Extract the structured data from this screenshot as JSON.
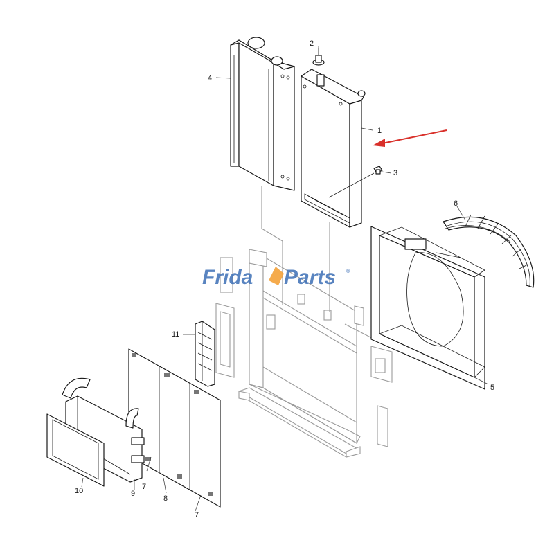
{
  "watermark": {
    "part1": "Frida",
    "part2": "Parts",
    "registered": "®",
    "colors": {
      "primary": "#3d6fb6",
      "accent": "#f4a23a"
    }
  },
  "callouts": [
    "1",
    "2",
    "3",
    "4",
    "5",
    "6",
    "7",
    "7",
    "8",
    "9",
    "10",
    "11"
  ],
  "arrow": {
    "color": "#d9302a",
    "points_to": "1"
  },
  "icons": {
    "watermark_swoosh": "swoosh-icon"
  }
}
